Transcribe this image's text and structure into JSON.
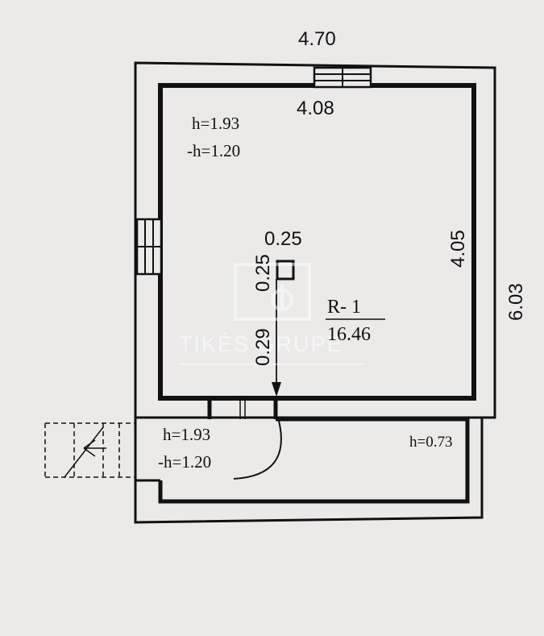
{
  "plan": {
    "overall_width": "4.70",
    "inner_width": "4.08",
    "overall_depth": "6.03",
    "inner_depth": "4.05",
    "room_upper": {
      "height": "h=1.93",
      "neg_height": "-h=1.20"
    },
    "column": {
      "width": "0.25",
      "depth": "0.25",
      "offset": "0.29"
    },
    "room_label": {
      "id": "R- 1",
      "area": "16.46"
    },
    "room_lower": {
      "height": "h=1.93",
      "neg_height": "-h=1.20"
    },
    "porch": {
      "height": "h=0.73"
    }
  },
  "watermark": {
    "text": "TIKĖS GRUPĖ"
  },
  "colors": {
    "paper": "#eceae9",
    "ink": "#111111"
  }
}
